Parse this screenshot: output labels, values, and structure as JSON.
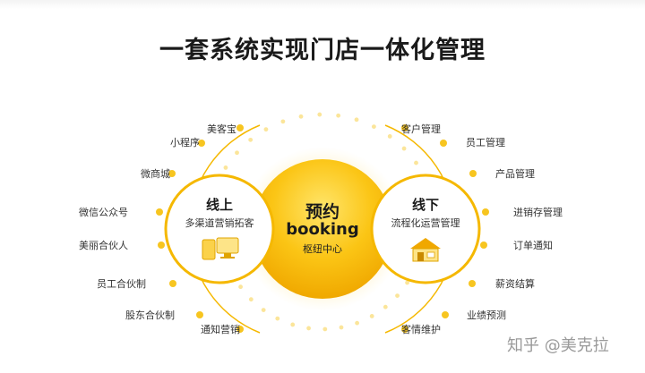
{
  "title": "一套系统实现门店一体化管理",
  "center": {
    "title": "预约",
    "subtitle": "booking",
    "description": "枢纽中心"
  },
  "online": {
    "title": "线上",
    "description": "多渠道营销拓客",
    "items": [
      "美客宝",
      "小程序",
      "微商城",
      "微信公众号",
      "美丽合伙人",
      "员工合伙制",
      "股东合伙制",
      "通知营销"
    ]
  },
  "offline": {
    "title": "线下",
    "description": "流程化运营管理",
    "items": [
      "客户管理",
      "员工管理",
      "产品管理",
      "进销存管理",
      "订单通知",
      "薪资结算",
      "业绩预测",
      "客情维护"
    ]
  },
  "watermark": "知乎 @美克拉",
  "colors": {
    "accent": "#f5b800",
    "accent_light": "#fde9a0",
    "dot": "#f7c520"
  },
  "icons": {
    "online": "devices-icon",
    "offline": "store-icon"
  }
}
